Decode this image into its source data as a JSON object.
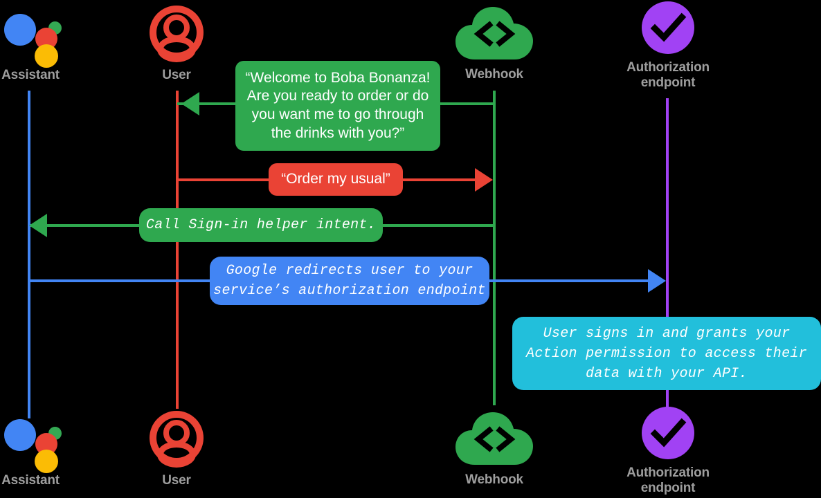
{
  "diagram": {
    "title": "Account linking sequence diagram",
    "background": "#000000",
    "colors": {
      "assistant_blue": "#4285F4",
      "user_red": "#EA4335",
      "webhook_green": "#2FA84F",
      "auth_purple": "#A142F4",
      "cyan": "#22BFDB",
      "label_gray": "#9E9E9E",
      "text_white": "#FFFFFF"
    }
  },
  "actors": [
    {
      "id": "assistant",
      "label": "Assistant",
      "icon": "google-assistant-icon",
      "color": "#4285F4"
    },
    {
      "id": "user",
      "label": "User",
      "icon": "user-avatar-icon",
      "color": "#EA4335"
    },
    {
      "id": "webhook",
      "label": "Webhook",
      "icon": "cloud-code-icon",
      "color": "#2FA84F"
    },
    {
      "id": "auth",
      "label": "Authorization\nendpoint",
      "icon": "purple-check-circle-icon",
      "color": "#A142F4"
    }
  ],
  "messages": [
    {
      "id": "welcome",
      "text": "“Welcome to Boba Bonanza! Are you ready to order or do you want me to go through the drinks with you?”",
      "lines": [
        "“Welcome to Boba Bonanza!",
        "Are you ready to order or do",
        "you want me to go through",
        "the drinks with you?”"
      ],
      "from": "webhook",
      "to": "user",
      "direction": "left",
      "color": "#2FA84F",
      "font": "sans"
    },
    {
      "id": "order-my-usual",
      "text": "“Order my usual”",
      "lines": [
        "“Order my usual”"
      ],
      "from": "user",
      "to": "webhook",
      "direction": "right",
      "color": "#EA4335",
      "font": "sans"
    },
    {
      "id": "sign-in-helper",
      "text": "Call Sign-in helper intent.",
      "lines": [
        "Call Sign-in helper intent."
      ],
      "from": "webhook",
      "to": "assistant",
      "direction": "left",
      "color": "#2FA84F",
      "font": "mono"
    },
    {
      "id": "redirect",
      "text": "Google redirects user to your service’s authorization endpoint",
      "lines": [
        "Google redirects user to your",
        "service’s authorization endpoint"
      ],
      "from": "assistant",
      "to": "auth",
      "direction": "right",
      "color": "#4285F4",
      "font": "mono"
    },
    {
      "id": "grant-permission",
      "text": "User signs in and grants your Action permission to access their data with your API.",
      "lines": [
        "User signs in and grants your",
        "Action permission to access their",
        "data with your API."
      ],
      "from": "auth",
      "to": "auth",
      "direction": "none",
      "color": "#22BFDB",
      "font": "mono"
    }
  ]
}
